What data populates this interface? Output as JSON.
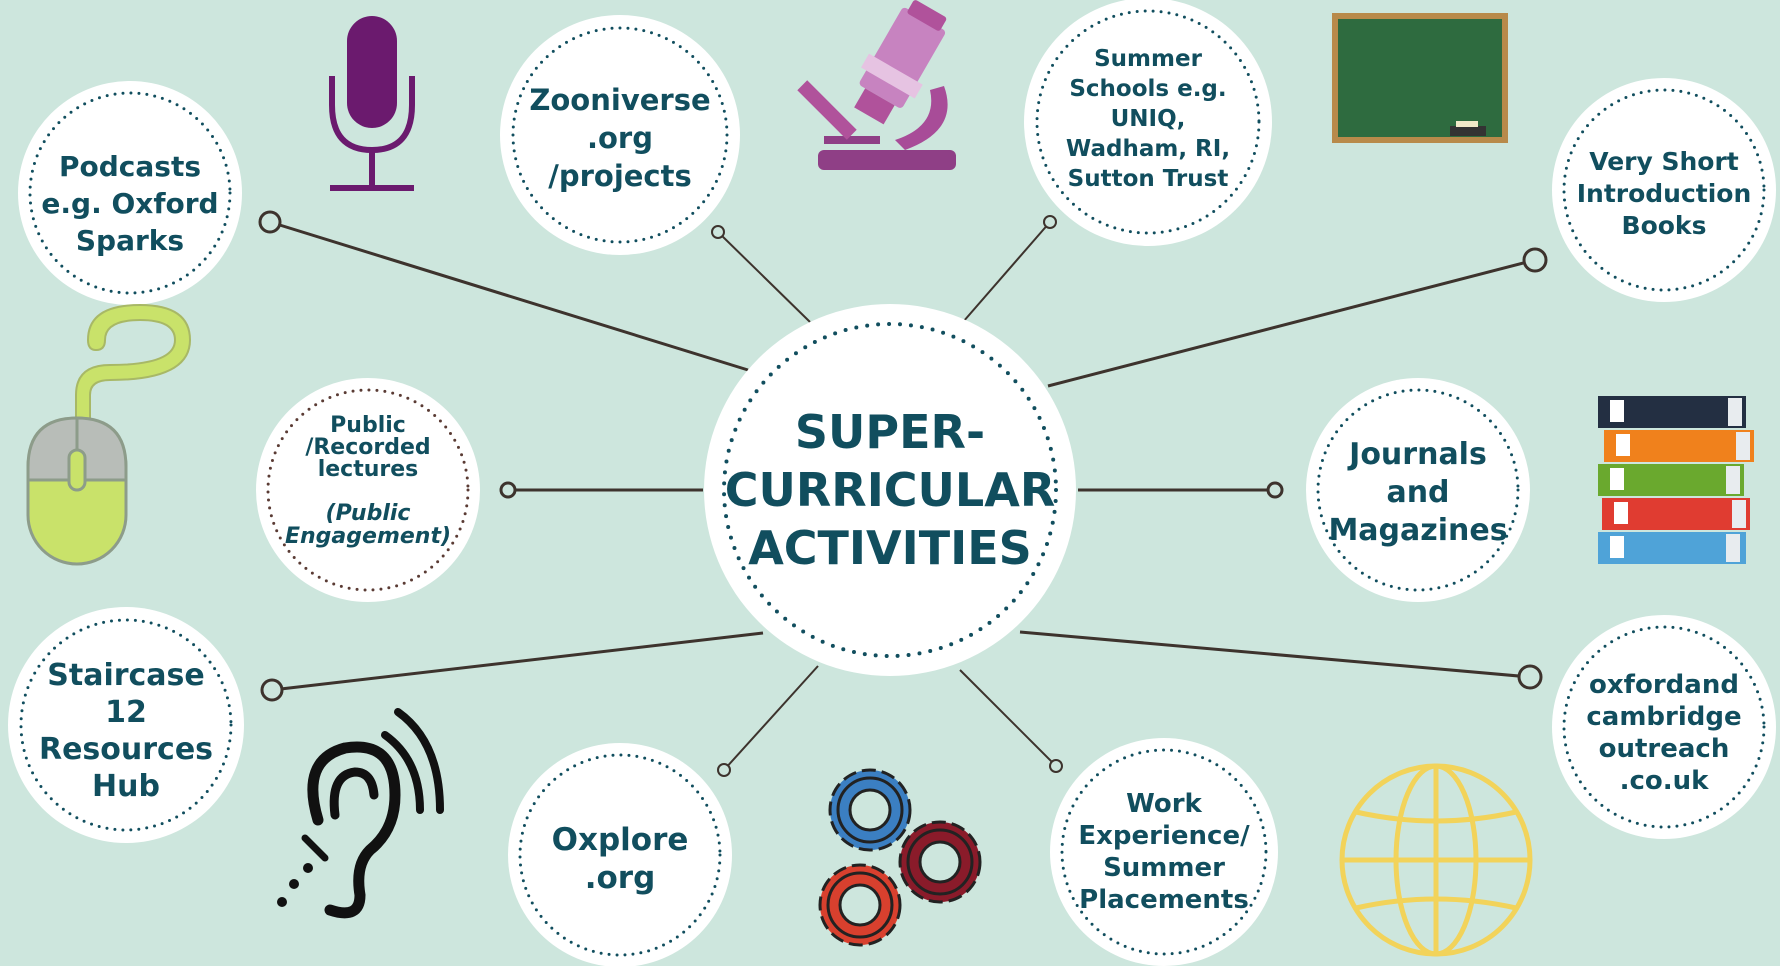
{
  "center": {
    "lines": [
      "SUPER-",
      "CURRICULAR",
      "ACTIVITIES"
    ]
  },
  "nodes": [
    {
      "id": "podcasts",
      "lines": [
        "Podcasts",
        "e.g. Oxford",
        "Sparks"
      ]
    },
    {
      "id": "zooniverse",
      "lines": [
        "Zooniverse",
        ".org",
        "/projects"
      ]
    },
    {
      "id": "summer-schools",
      "lines": [
        "Summer",
        "Schools e.g.",
        "UNIQ,",
        "Wadham, RI,",
        "Sutton Trust"
      ]
    },
    {
      "id": "very-short-intro",
      "lines": [
        "Very Short",
        "Introduction",
        "Books"
      ]
    },
    {
      "id": "public-lectures",
      "lines": [
        "Public",
        "/Recorded",
        "lectures"
      ],
      "italic_lines": [
        "(Public",
        "Engagement)"
      ]
    },
    {
      "id": "journals",
      "lines": [
        "Journals",
        "and",
        "Magazines"
      ]
    },
    {
      "id": "staircase",
      "lines": [
        "Staircase",
        "12",
        "Resources",
        "Hub"
      ]
    },
    {
      "id": "oxplore",
      "lines": [
        "Oxplore",
        ".org"
      ]
    },
    {
      "id": "work-experience",
      "lines": [
        "Work",
        "Experience/",
        "Summer",
        "Placements"
      ]
    },
    {
      "id": "outreach",
      "lines": [
        "oxfordand",
        "cambridge",
        "outreach",
        ".co.uk"
      ]
    }
  ],
  "icons": [
    "microphone-icon",
    "microscope-icon",
    "chalkboard-icon",
    "computer-mouse-icon",
    "books-stack-icon",
    "hearing-ear-icon",
    "gears-icon",
    "globe-icon"
  ],
  "colors": {
    "background": "#cde6dd",
    "text": "#114e5e",
    "connector": "#3d332d",
    "circle_fill": "#ffffff",
    "microphone": "#6b1a6e",
    "microscope": "#b0529b",
    "chalkboard": "#2e6b3f",
    "mouse": "#c9e26a",
    "globe": "#f2d35a"
  }
}
